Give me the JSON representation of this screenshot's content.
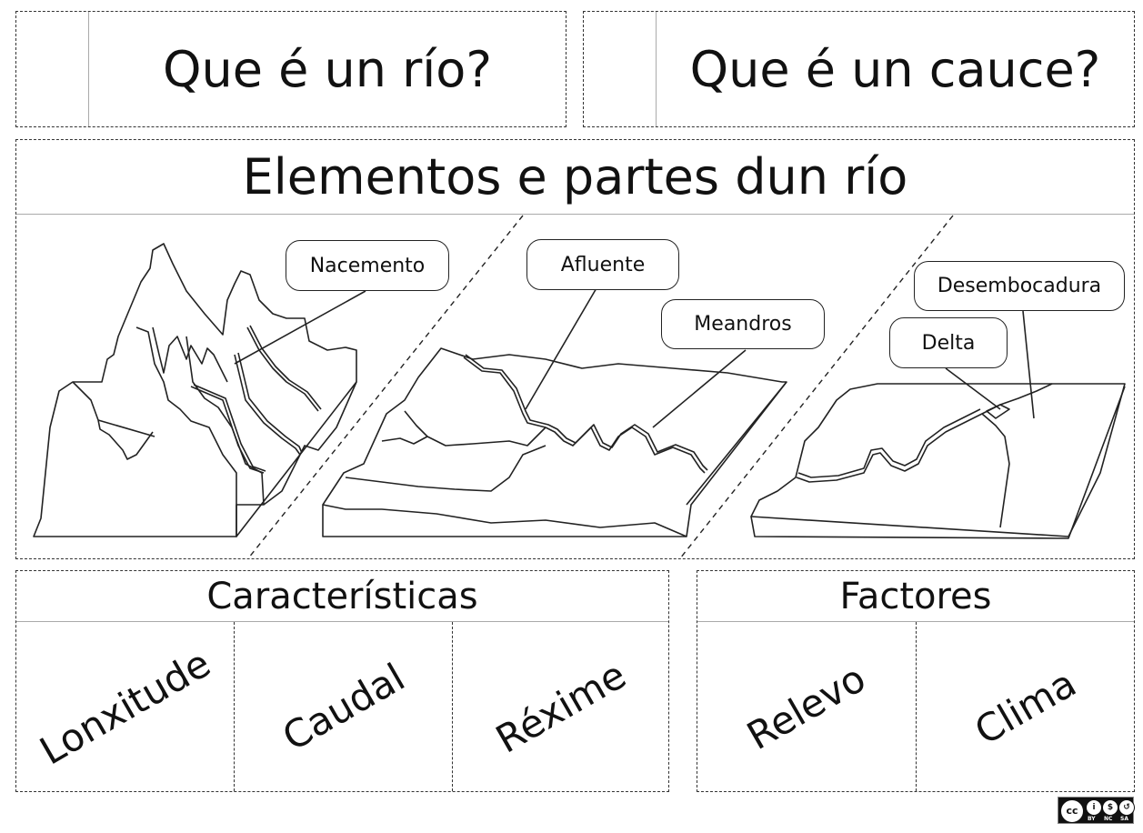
{
  "header": {
    "question_1": "Que é un río?",
    "question_2": "Que é un cauce?"
  },
  "elements_section": {
    "title": "Elementos e partes dun río",
    "labels": {
      "source": "Nacemento",
      "tributary": "Afluente",
      "meanders": "Meandros",
      "mouth": "Desembocadura",
      "delta": "Delta"
    },
    "panels": [
      {
        "name": "upper-course",
        "description": "mountain with source and streams"
      },
      {
        "name": "middle-course",
        "description": "plain with tributary and meanders"
      },
      {
        "name": "lower-course",
        "description": "coast with mouth and delta"
      }
    ]
  },
  "characteristics": {
    "title": "Características",
    "items": [
      "Lonxitude",
      "Caudal",
      "Réxime"
    ]
  },
  "factors": {
    "title": "Factores",
    "items": [
      "Relevo",
      "Clima"
    ]
  },
  "license": {
    "icon": "cc-by-nc-sa-icon",
    "main": "cc",
    "parts": [
      "BY",
      "NC",
      "SA"
    ]
  }
}
